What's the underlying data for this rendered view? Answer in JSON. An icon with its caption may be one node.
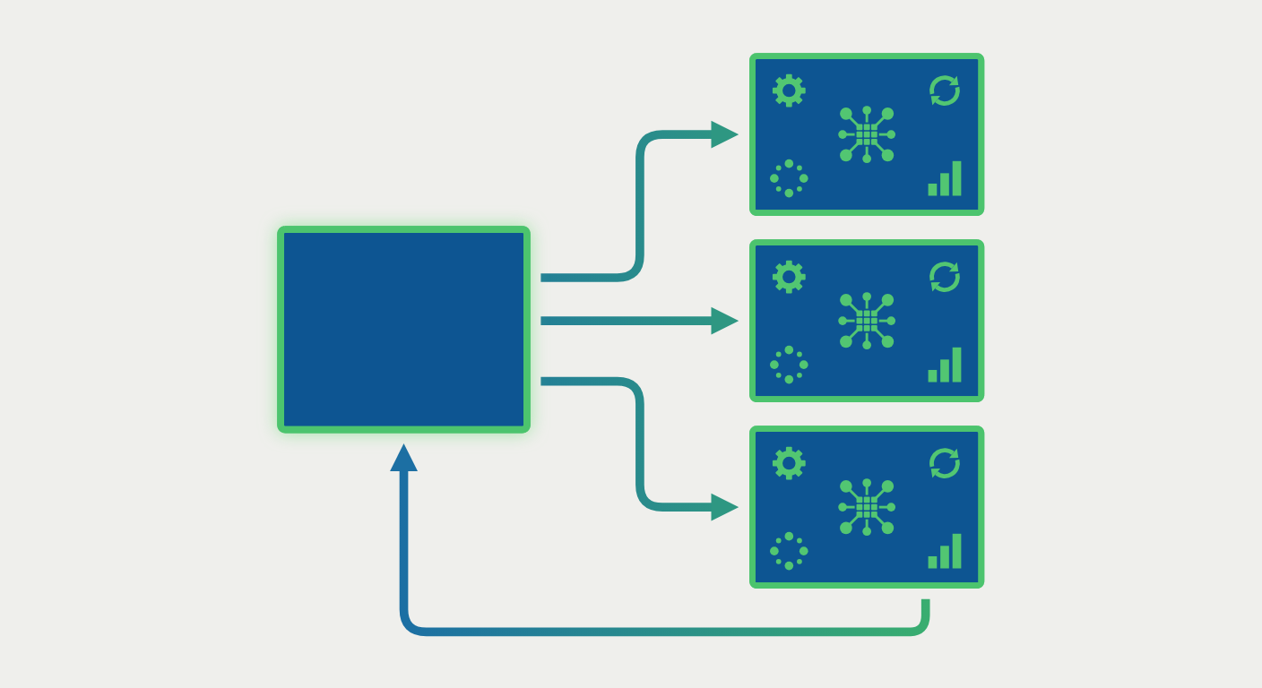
{
  "diagram": {
    "nodes": [
      {
        "text": [],
        "shape": "box"
      },
      {
        "text": [],
        "shape": "box"
      },
      {
        "text": [],
        "shape": "box"
      },
      {
        "text": [],
        "shape": "box"
      }
    ],
    "edges": [
      {
        "from": 0,
        "to": 1,
        "arrow": "to"
      },
      {
        "from": 0,
        "to": 2,
        "arrow": "to"
      },
      {
        "from": 0,
        "to": 3,
        "arrow": "to"
      },
      {
        "from": 3,
        "to": 0,
        "arrow": "to"
      }
    ]
  }
}
